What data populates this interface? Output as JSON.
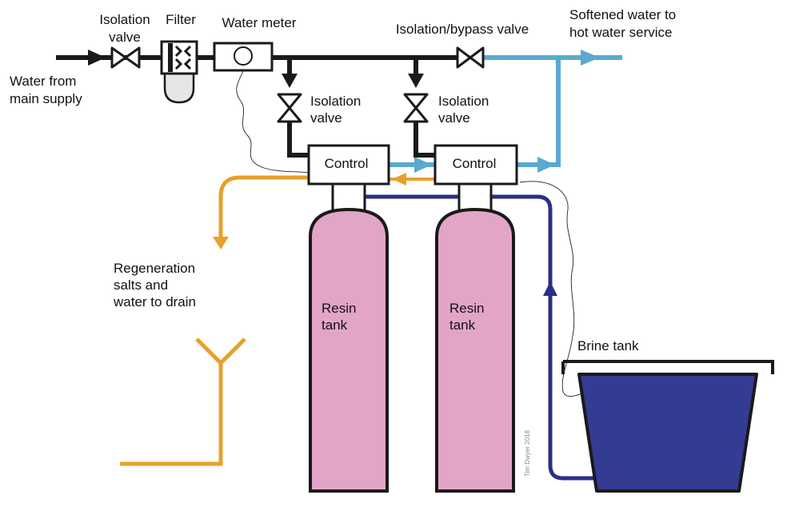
{
  "labels": {
    "water_from": "Water from",
    "main_supply": "main supply",
    "isolation_valve_line1": "Isolation",
    "isolation_valve_line2": "valve",
    "filter": "Filter",
    "water_meter": "Water meter",
    "bypass_valve": "Isolation/bypass valve",
    "softened_line1": "Softened water to",
    "softened_line2": "hot water service",
    "iso_left_line1": "Isolation",
    "iso_left_line2": "valve",
    "iso_right_line1": "Isolation",
    "iso_right_line2": "valve",
    "control_left": "Control",
    "control_right": "Control",
    "regen_line1": "Regeneration",
    "regen_line2": "salts and",
    "regen_line3": "water to drain",
    "resin_left_line1": "Resin",
    "resin_left_line2": "tank",
    "resin_right_line1": "Resin",
    "resin_right_line2": "tank",
    "brine_tank": "Brine tank",
    "credit": "Tim Dwyer 2018"
  },
  "colors": {
    "supply_pipe": "#1a1a1a",
    "softened_pipe": "#5aaad0",
    "drain_pipe": "#e8a02a",
    "brine_pipe": "#2a2f8a",
    "resin_tank": "#e2a5c8",
    "brine_tank": "#343b93",
    "filter_bowl": "#e6e6e6"
  }
}
